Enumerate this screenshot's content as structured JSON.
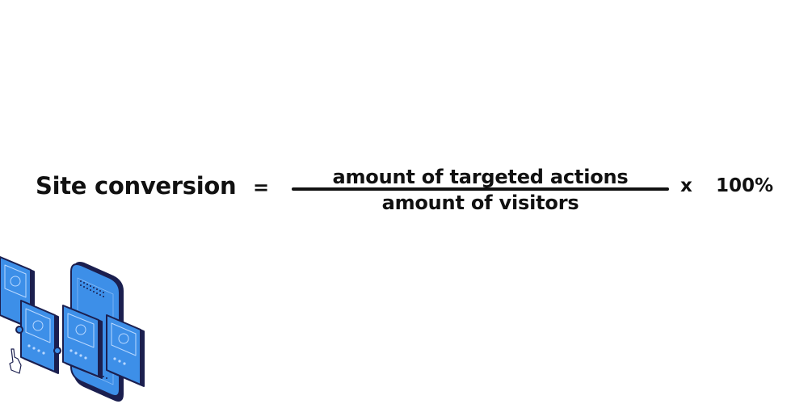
{
  "formula": {
    "lhs": "Site conversion",
    "equals": "=",
    "numerator": "amount of targeted actions",
    "denominator": "amount of visitors",
    "multiply": "x",
    "factor": "100%"
  },
  "illustration": {
    "description": "isometric smartphone with profile cards, star ratings and pointing hand",
    "colors": {
      "fill": "#3d8fe8",
      "outline": "#1b1f4f",
      "highlight": "#b9d8ff"
    }
  }
}
